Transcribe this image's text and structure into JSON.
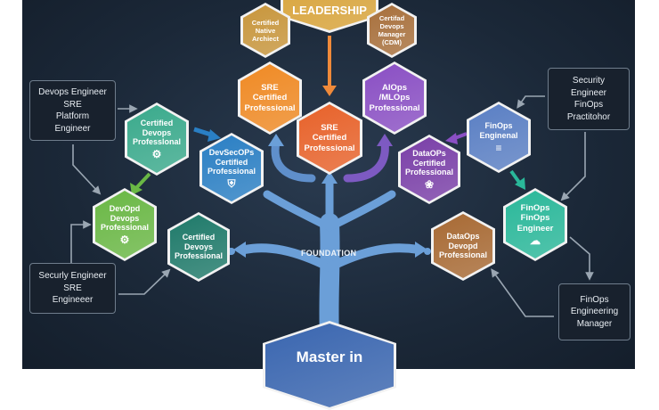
{
  "hexagons": {
    "leadership": {
      "label": "LEADERSHIP",
      "color": "#d9a43a"
    },
    "native_architect": {
      "label": "Certified\nNative\nArchiect",
      "color": "#c8963c"
    },
    "cdm": {
      "label": "Certifad\nDevops\nManager\n(CDM)",
      "color": "#a8703c"
    },
    "sre_top": {
      "label": "SRE\nCertified\nProfessional",
      "color": "#f08a24"
    },
    "aiops": {
      "label": "AIOps\n/MLOps\nProfessional",
      "color": "#8a4fc4"
    },
    "sre_center": {
      "label": "SRE\nCertified\nProfessional",
      "color": "#e8622a"
    },
    "cdp": {
      "label": "Certified\nDevops\nProfesslonal",
      "color": "#3aaa8c",
      "icon": "gear-icon"
    },
    "devsecops": {
      "label": "DevSecOPs\nCertified\nProfessional",
      "color": "#2a7fc4",
      "icon": "shield-icon"
    },
    "devopd": {
      "label": "DevOpd\nDevops\nProfessional",
      "color": "#6ab845",
      "icon": "gear-icon"
    },
    "devoys": {
      "label": "Certified\nDevoys\nProfessional",
      "color": "#1f7a6a"
    },
    "finops_eng": {
      "label": "FinOps\nEnginenal",
      "color": "#5a7fc4",
      "icon": "database-icon"
    },
    "dataops_cert": {
      "label": "DataOPs\nCertified\nProfessional",
      "color": "#7a3fa8",
      "icon": "brain-icon"
    },
    "finops_finops": {
      "label": "FinOps\nFinOps\nEngineer",
      "color": "#2ab89a",
      "icon": "cloud-icon"
    },
    "dataops_devopd": {
      "label": "DataOps\nDevopd\nProfessional",
      "color": "#a86a34"
    },
    "master": {
      "label": "Master in",
      "color": "#3a66b0"
    }
  },
  "boxes": {
    "left_top": "Devops Engineer\nSRE\nPlatform\nEngineer",
    "left_bottom": "Securly Engineer\nSRE\nEngineeer",
    "right_top": "Security\nEngineer\nFinOps\nPractitohor",
    "right_bottom": "FinOps\nEngineering\nManager"
  },
  "foundation_label": "FOUNDATION"
}
